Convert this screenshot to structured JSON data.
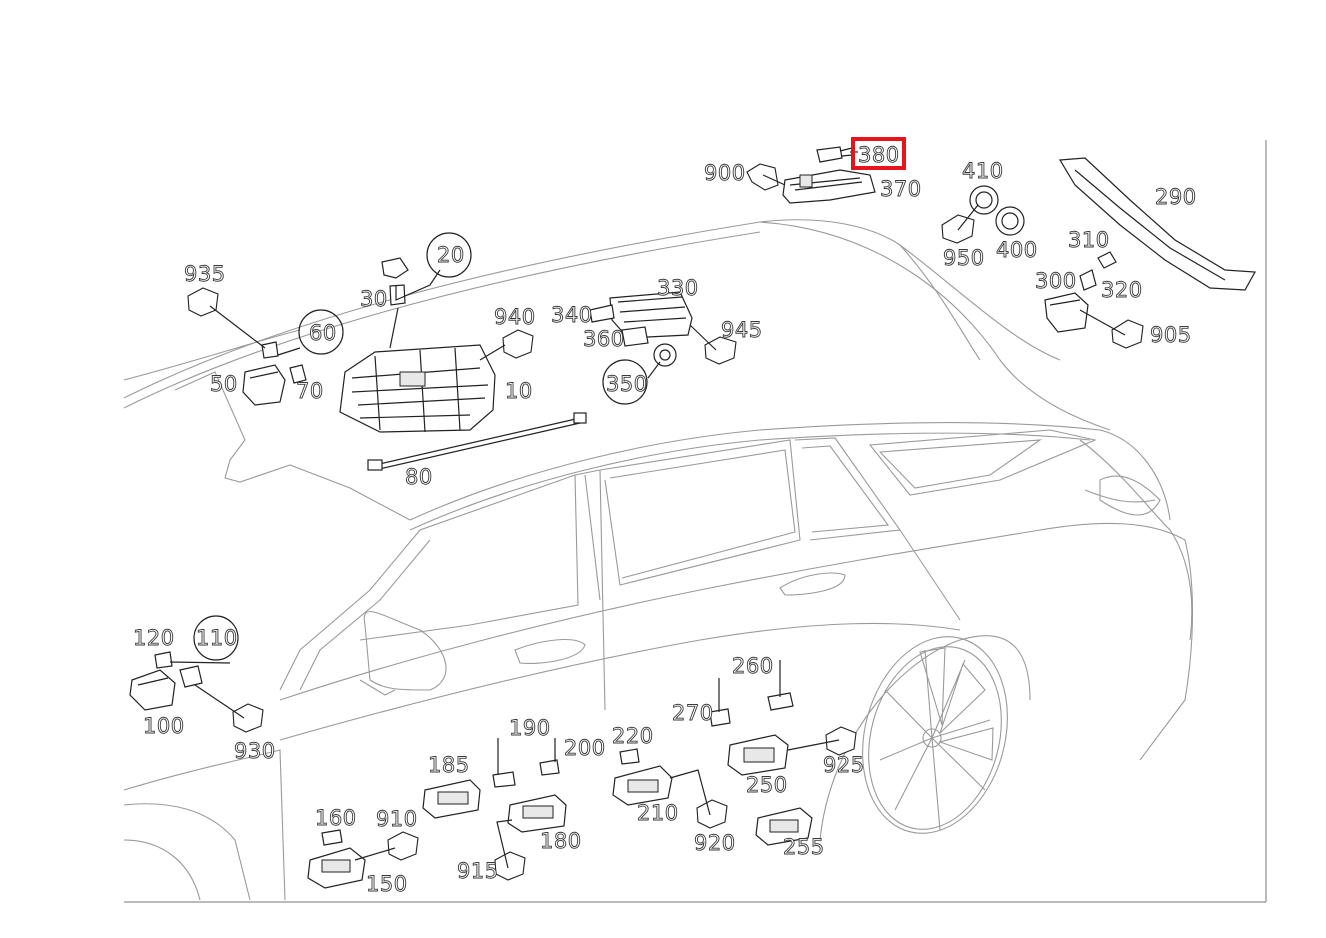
{
  "diagram": {
    "highlight_color": "#e8141c",
    "highlighted_part": "380",
    "labels": {
      "p10": "10",
      "p20": "20",
      "p30": "30",
      "p50": "50",
      "p60": "60",
      "p70": "70",
      "p80": "80",
      "p100": "100",
      "p110": "110",
      "p120": "120",
      "p150": "150",
      "p160": "160",
      "p180": "180",
      "p185": "185",
      "p190": "190",
      "p200": "200",
      "p210": "210",
      "p220": "220",
      "p250": "250",
      "p255": "255",
      "p260": "260",
      "p270": "270",
      "p290": "290",
      "p300": "300",
      "p310": "310",
      "p320": "320",
      "p330": "330",
      "p340": "340",
      "p350": "350",
      "p360": "360",
      "p370": "370",
      "p380": "380",
      "p400": "400",
      "p410": "410",
      "p900": "900",
      "p905": "905",
      "p910": "910",
      "p915": "915",
      "p920": "920",
      "p925": "925",
      "p930": "930",
      "p935": "935",
      "p940": "940",
      "p945": "945",
      "p950": "950"
    }
  }
}
